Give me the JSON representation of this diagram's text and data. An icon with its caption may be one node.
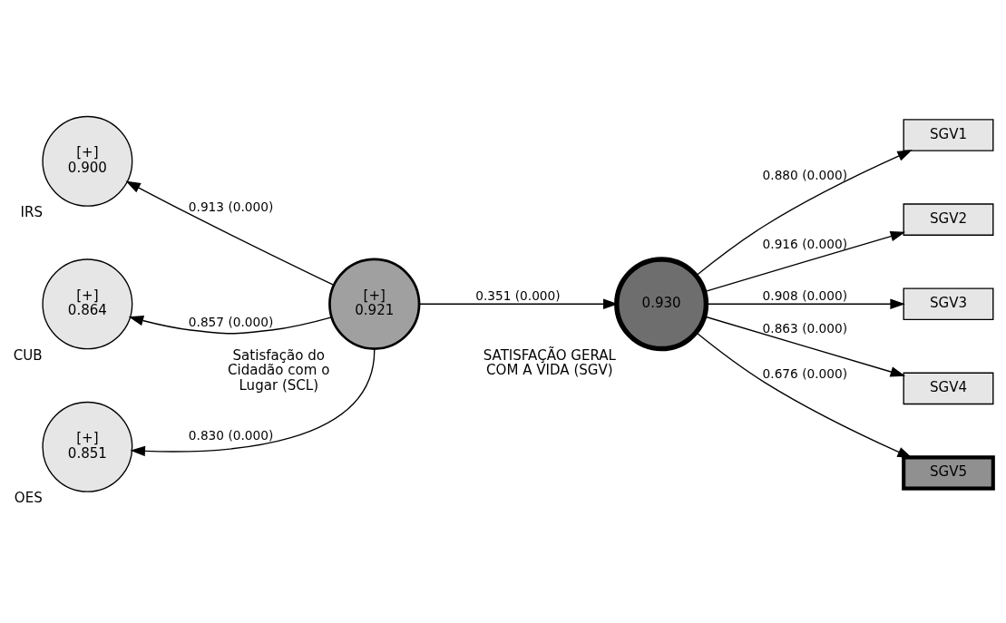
{
  "diagram": {
    "nodes": [
      {
        "text": [
          "[+]",
          "0.900"
        ],
        "beside": [
          "IRS"
        ]
      },
      {
        "text": [
          "[+]",
          "0.864"
        ],
        "beside": [
          "CUB"
        ]
      },
      {
        "text": [
          "[+]",
          "0.851"
        ],
        "beside": [
          "OES"
        ]
      },
      {
        "text": [
          "[+]",
          "0.921"
        ],
        "beside": [
          "Satisfação do Cidadão com o Lugar (SCL)"
        ]
      },
      {
        "text": [
          "0.930"
        ],
        "beside": [
          "SATISFAÇÃO GERAL COM A VIDA (SGV)"
        ]
      },
      {
        "text": [
          "SGV1"
        ]
      },
      {
        "text": [
          "SGV2"
        ]
      },
      {
        "text": [
          "SGV3"
        ]
      },
      {
        "text": [
          "SGV4"
        ]
      },
      {
        "text": [
          "SGV5"
        ]
      }
    ],
    "edges": [
      {
        "from": 3,
        "to": 0,
        "arrow": "to",
        "label": "0.913 (0.000)"
      },
      {
        "from": 3,
        "to": 1,
        "arrow": "to",
        "label": "0.857 (0.000)"
      },
      {
        "from": 3,
        "to": 2,
        "arrow": "to",
        "label": "0.830 (0.000)"
      },
      {
        "from": 3,
        "to": 4,
        "arrow": "to",
        "label": "0.351 (0.000)"
      },
      {
        "from": 4,
        "to": 5,
        "arrow": "to",
        "label": "0.880 (0.000)"
      },
      {
        "from": 4,
        "to": 6,
        "arrow": "to",
        "label": "0.916 (0.000)"
      },
      {
        "from": 4,
        "to": 7,
        "arrow": "to",
        "label": "0.908 (0.000)"
      },
      {
        "from": 4,
        "to": 8,
        "arrow": "to",
        "label": "0.863 (0.000)"
      },
      {
        "from": 4,
        "to": 9,
        "arrow": "to",
        "label": "0.676 (0.000)"
      }
    ]
  }
}
